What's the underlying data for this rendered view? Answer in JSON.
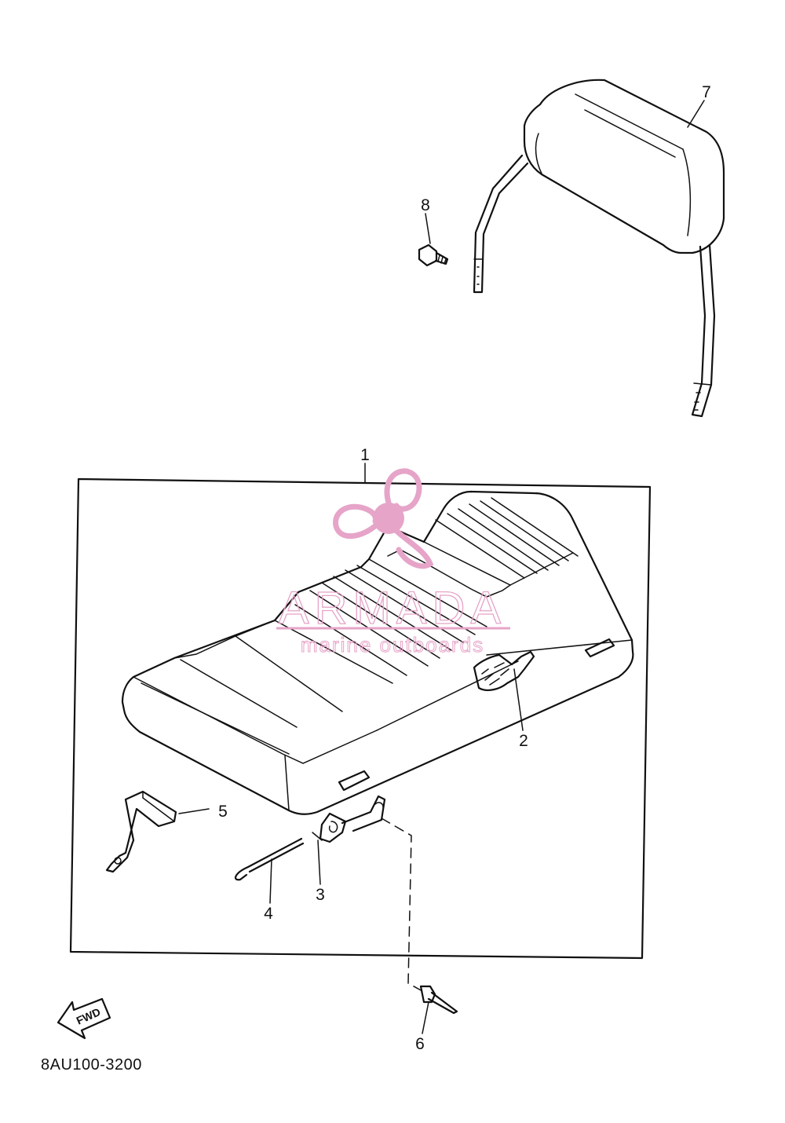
{
  "callouts": {
    "c1": "1",
    "c2": "2",
    "c3": "3",
    "c4": "4",
    "c5": "5",
    "c6": "6",
    "c7": "7",
    "c8": "8"
  },
  "direction_label": "FWD",
  "diagram_code": "8AU100-3200",
  "watermark": {
    "brand": "ARMADA",
    "tagline": "marine outboards",
    "color": "#e6a4c8"
  },
  "line_color": "#111111"
}
